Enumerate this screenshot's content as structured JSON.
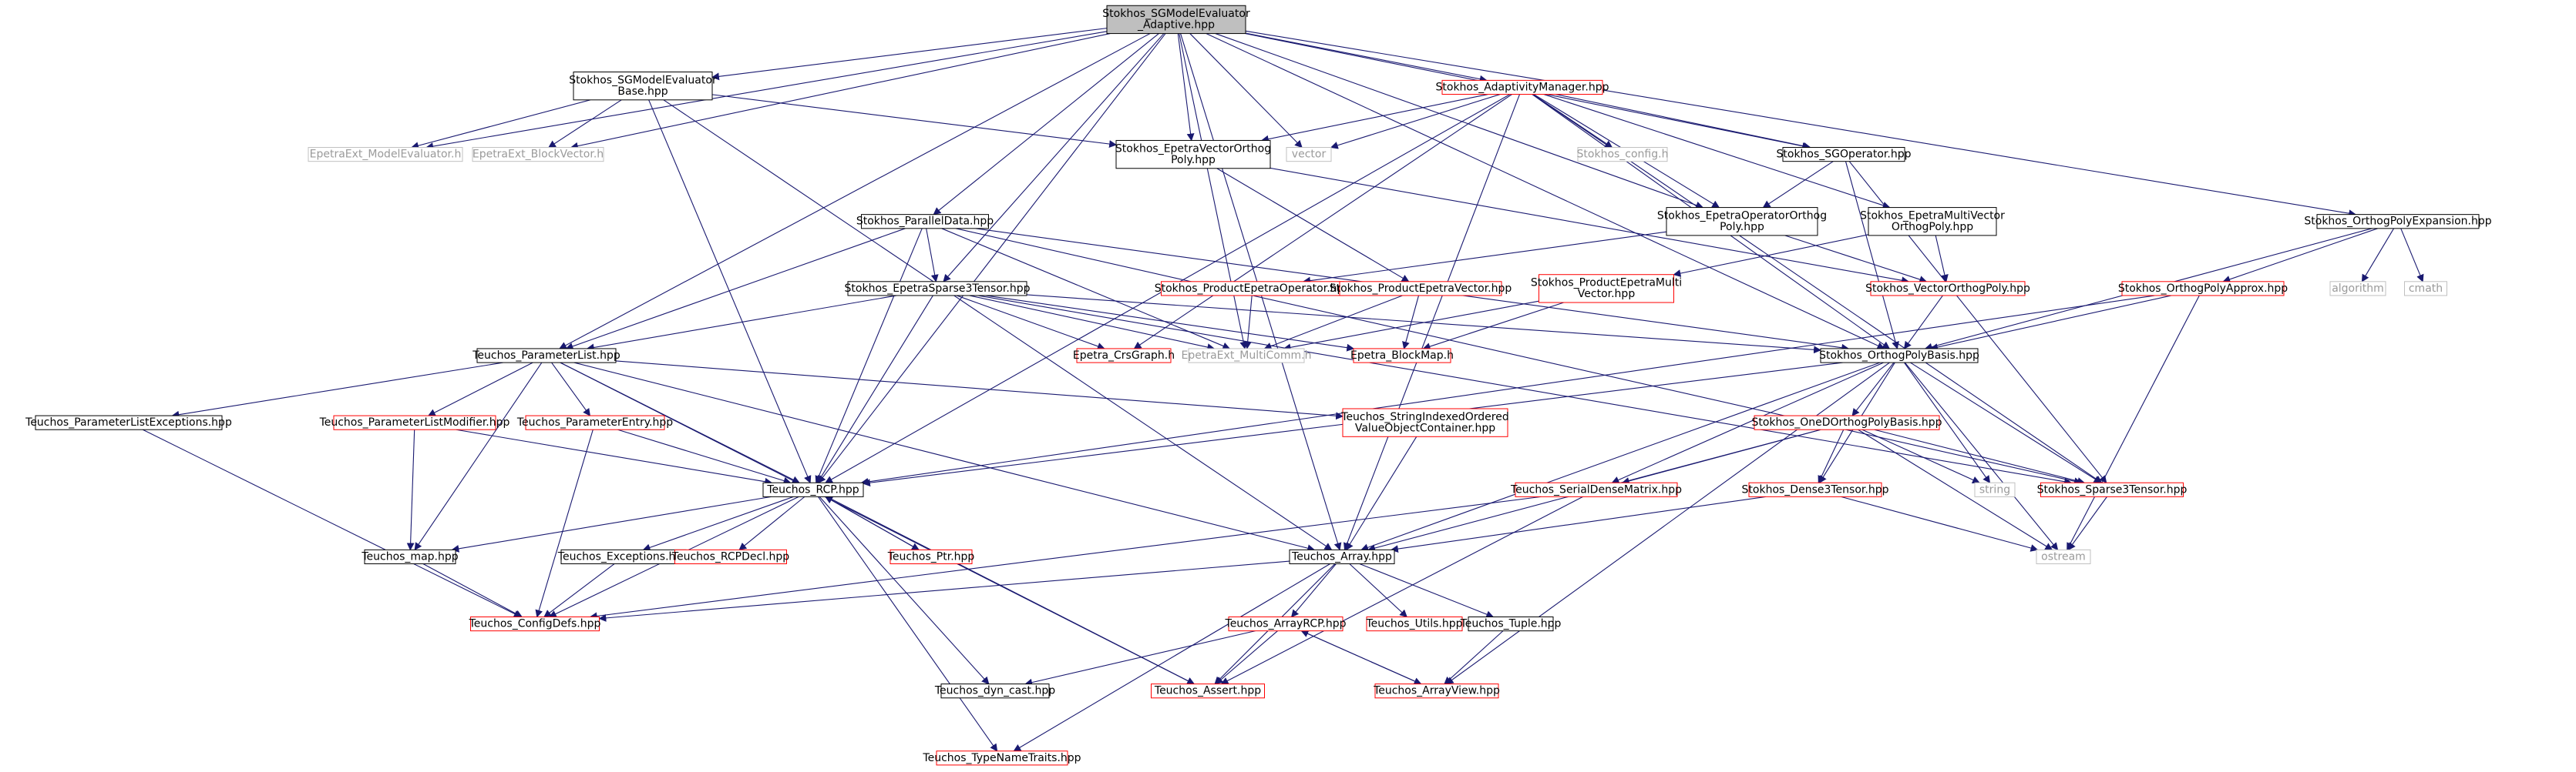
{
  "colors": {
    "edge": "#191970",
    "root_fill": "#bfbfbf",
    "box_black": "#000000",
    "box_red": "#ff0000",
    "box_gray": "#c0c0c0",
    "text_gray": "#9a9a9a"
  },
  "nodes": [
    {
      "id": "root",
      "lines": [
        "Stokhos_SGModelEvaluator",
        "_Adaptive.hpp"
      ],
      "style": "root"
    },
    {
      "id": "sgbase",
      "lines": [
        "Stokhos_SGModelEvaluator",
        "Base.hpp"
      ],
      "style": "black"
    },
    {
      "id": "adapt",
      "lines": [
        "Stokhos_AdaptivityManager.hpp"
      ],
      "style": "red"
    },
    {
      "id": "orthoexp",
      "lines": [
        "Stokhos_OrthogPolyExpansion.hpp"
      ],
      "style": "black"
    },
    {
      "id": "epme",
      "lines": [
        "EpetraExt_ModelEvaluator.h"
      ],
      "style": "gray"
    },
    {
      "id": "epbv",
      "lines": [
        "EpetraExt_BlockVector.h"
      ],
      "style": "gray"
    },
    {
      "id": "evop",
      "lines": [
        "Stokhos_EpetraVectorOrthog",
        "Poly.hpp"
      ],
      "style": "black"
    },
    {
      "id": "vector",
      "lines": [
        "vector"
      ],
      "style": "gray"
    },
    {
      "id": "config",
      "lines": [
        "Stokhos_config.h"
      ],
      "style": "gray"
    },
    {
      "id": "sgop",
      "lines": [
        "Stokhos_SGOperator.hpp"
      ],
      "style": "black"
    },
    {
      "id": "eoop",
      "lines": [
        "Stokhos_EpetraOperatorOrthog",
        "Poly.hpp"
      ],
      "style": "black"
    },
    {
      "id": "emvop",
      "lines": [
        "Stokhos_EpetraMultiVector",
        "OrthogPoly.hpp"
      ],
      "style": "black"
    },
    {
      "id": "pardata",
      "lines": [
        "Stokhos_ParallelData.hpp"
      ],
      "style": "black"
    },
    {
      "id": "pepop",
      "lines": [
        "Stokhos_ProductEpetraOperator.hpp"
      ],
      "style": "red"
    },
    {
      "id": "pepvec",
      "lines": [
        "Stokhos_ProductEpetraVector.hpp"
      ],
      "style": "red"
    },
    {
      "id": "pemv",
      "lines": [
        "Stokhos_ProductEpetraMulti",
        "Vector.hpp"
      ],
      "style": "red"
    },
    {
      "id": "vop",
      "lines": [
        "Stokhos_VectorOrthogPoly.hpp"
      ],
      "style": "red"
    },
    {
      "id": "opapprox",
      "lines": [
        "Stokhos_OrthogPolyApprox.hpp"
      ],
      "style": "red"
    },
    {
      "id": "algorithm",
      "lines": [
        "algorithm"
      ],
      "style": "gray"
    },
    {
      "id": "cmath",
      "lines": [
        "cmath"
      ],
      "style": "gray"
    },
    {
      "id": "es3t",
      "lines": [
        "Stokhos_EpetraSparse3Tensor.hpp"
      ],
      "style": "black"
    },
    {
      "id": "plist",
      "lines": [
        "Teuchos_ParameterList.hpp"
      ],
      "style": "black"
    },
    {
      "id": "crs",
      "lines": [
        "Epetra_CrsGraph.h"
      ],
      "style": "red"
    },
    {
      "id": "mcomm",
      "lines": [
        "EpetraExt_MultiComm.h"
      ],
      "style": "gray"
    },
    {
      "id": "bmap",
      "lines": [
        "Epetra_BlockMap.h"
      ],
      "style": "red"
    },
    {
      "id": "opbasis",
      "lines": [
        "Stokhos_OrthogPolyBasis.hpp"
      ],
      "style": "black"
    },
    {
      "id": "plexc",
      "lines": [
        "Teuchos_ParameterListExceptions.hpp"
      ],
      "style": "black"
    },
    {
      "id": "plmod",
      "lines": [
        "Teuchos_ParameterListModifier.hpp"
      ],
      "style": "red"
    },
    {
      "id": "pentry",
      "lines": [
        "Teuchos_ParameterEntry.hpp"
      ],
      "style": "red"
    },
    {
      "id": "sio",
      "lines": [
        "Teuchos_StringIndexedOrdered",
        "ValueObjectContainer.hpp"
      ],
      "style": "red"
    },
    {
      "id": "od",
      "lines": [
        "Stokhos_OneDOrthogPolyBasis.hpp"
      ],
      "style": "red"
    },
    {
      "id": "rcp",
      "lines": [
        "Teuchos_RCP.hpp"
      ],
      "style": "black"
    },
    {
      "id": "sdm",
      "lines": [
        "Teuchos_SerialDenseMatrix.hpp"
      ],
      "style": "red"
    },
    {
      "id": "d3t",
      "lines": [
        "Stokhos_Dense3Tensor.hpp"
      ],
      "style": "red"
    },
    {
      "id": "string",
      "lines": [
        "string"
      ],
      "style": "gray"
    },
    {
      "id": "s3t",
      "lines": [
        "Stokhos_Sparse3Tensor.hpp"
      ],
      "style": "red"
    },
    {
      "id": "map",
      "lines": [
        "Teuchos_map.hpp"
      ],
      "style": "black"
    },
    {
      "id": "exc",
      "lines": [
        "Teuchos_Exceptions.hpp"
      ],
      "style": "black"
    },
    {
      "id": "rcpdecl",
      "lines": [
        "Teuchos_RCPDecl.hpp"
      ],
      "style": "red"
    },
    {
      "id": "ptr",
      "lines": [
        "Teuchos_Ptr.hpp"
      ],
      "style": "red"
    },
    {
      "id": "array",
      "lines": [
        "Teuchos_Array.hpp"
      ],
      "style": "black"
    },
    {
      "id": "ostream",
      "lines": [
        "ostream"
      ],
      "style": "gray"
    },
    {
      "id": "cfg",
      "lines": [
        "Teuchos_ConfigDefs.hpp"
      ],
      "style": "red"
    },
    {
      "id": "arcp",
      "lines": [
        "Teuchos_ArrayRCP.hpp"
      ],
      "style": "red"
    },
    {
      "id": "utils",
      "lines": [
        "Teuchos_Utils.hpp"
      ],
      "style": "red"
    },
    {
      "id": "tuple",
      "lines": [
        "Teuchos_Tuple.hpp"
      ],
      "style": "black"
    },
    {
      "id": "dyncast",
      "lines": [
        "Teuchos_dyn_cast.hpp"
      ],
      "style": "black"
    },
    {
      "id": "assert",
      "lines": [
        "Teuchos_Assert.hpp"
      ],
      "style": "red"
    },
    {
      "id": "aview",
      "lines": [
        "Teuchos_ArrayView.hpp"
      ],
      "style": "red"
    },
    {
      "id": "tnt",
      "lines": [
        "Teuchos_TypeNameTraits.hpp"
      ],
      "style": "red"
    }
  ],
  "edges": [
    [
      "root",
      "sgbase"
    ],
    [
      "root",
      "adapt"
    ],
    [
      "root",
      "orthoexp"
    ],
    [
      "root",
      "epme"
    ],
    [
      "root",
      "epbv"
    ],
    [
      "root",
      "evop"
    ],
    [
      "root",
      "vector"
    ],
    [
      "root",
      "pardata"
    ],
    [
      "root",
      "es3t"
    ],
    [
      "root",
      "plist"
    ],
    [
      "root",
      "mcomm"
    ],
    [
      "root",
      "rcp"
    ],
    [
      "root",
      "sgop"
    ],
    [
      "root",
      "eoop"
    ],
    [
      "root",
      "opbasis"
    ],
    [
      "root",
      "array"
    ],
    [
      "sgbase",
      "epme"
    ],
    [
      "sgbase",
      "epbv"
    ],
    [
      "sgbase",
      "evop"
    ],
    [
      "sgbase",
      "rcp"
    ],
    [
      "sgbase",
      "array"
    ],
    [
      "adapt",
      "evop"
    ],
    [
      "adapt",
      "vector"
    ],
    [
      "adapt",
      "config"
    ],
    [
      "adapt",
      "sgop"
    ],
    [
      "adapt",
      "eoop"
    ],
    [
      "adapt",
      "emvop"
    ],
    [
      "adapt",
      "crs"
    ],
    [
      "adapt",
      "s3t"
    ],
    [
      "adapt",
      "opbasis"
    ],
    [
      "adapt",
      "array"
    ],
    [
      "adapt",
      "rcp"
    ],
    [
      "orthoexp",
      "opapprox"
    ],
    [
      "orthoexp",
      "algorithm"
    ],
    [
      "orthoexp",
      "cmath"
    ],
    [
      "orthoexp",
      "opbasis"
    ],
    [
      "evop",
      "pepvec"
    ],
    [
      "evop",
      "vop"
    ],
    [
      "sgop",
      "eoop"
    ],
    [
      "sgop",
      "opbasis"
    ],
    [
      "sgop",
      "s3t"
    ],
    [
      "eoop",
      "pepop"
    ],
    [
      "eoop",
      "vop"
    ],
    [
      "emvop",
      "pemv"
    ],
    [
      "emvop",
      "vop"
    ],
    [
      "pardata",
      "es3t"
    ],
    [
      "pardata",
      "plist"
    ],
    [
      "pardata",
      "mcomm"
    ],
    [
      "pardata",
      "opbasis"
    ],
    [
      "pardata",
      "rcp"
    ],
    [
      "pardata",
      "s3t"
    ],
    [
      "pepop",
      "mcomm"
    ],
    [
      "pepvec",
      "mcomm"
    ],
    [
      "pepvec",
      "bmap"
    ],
    [
      "pemv",
      "mcomm"
    ],
    [
      "pemv",
      "bmap"
    ],
    [
      "vop",
      "opbasis"
    ],
    [
      "opapprox",
      "opbasis"
    ],
    [
      "opapprox",
      "ostream"
    ],
    [
      "opapprox",
      "rcp"
    ],
    [
      "es3t",
      "plist"
    ],
    [
      "es3t",
      "crs"
    ],
    [
      "es3t",
      "mcomm"
    ],
    [
      "es3t",
      "bmap"
    ],
    [
      "es3t",
      "opbasis"
    ],
    [
      "es3t",
      "rcp"
    ],
    [
      "es3t",
      "s3t"
    ],
    [
      "plist",
      "plexc"
    ],
    [
      "plist",
      "plmod"
    ],
    [
      "plist",
      "pentry"
    ],
    [
      "plist",
      "sio"
    ],
    [
      "plist",
      "rcp"
    ],
    [
      "plist",
      "map"
    ],
    [
      "plist",
      "array"
    ],
    [
      "plist",
      "assert"
    ],
    [
      "opbasis",
      "od"
    ],
    [
      "opbasis",
      "sdm"
    ],
    [
      "opbasis",
      "d3t"
    ],
    [
      "opbasis",
      "string"
    ],
    [
      "opbasis",
      "s3t"
    ],
    [
      "opbasis",
      "ostream"
    ],
    [
      "opbasis",
      "array"
    ],
    [
      "opbasis",
      "rcp"
    ],
    [
      "opbasis",
      "aview"
    ],
    [
      "plexc",
      "cfg"
    ],
    [
      "plmod",
      "map"
    ],
    [
      "plmod",
      "rcp"
    ],
    [
      "pentry",
      "rcp"
    ],
    [
      "pentry",
      "cfg"
    ],
    [
      "sio",
      "array"
    ],
    [
      "od",
      "sdm"
    ],
    [
      "od",
      "d3t"
    ],
    [
      "od",
      "string"
    ],
    [
      "od",
      "s3t"
    ],
    [
      "od",
      "ostream"
    ],
    [
      "od",
      "array"
    ],
    [
      "sdm",
      "cfg"
    ],
    [
      "sdm",
      "assert"
    ],
    [
      "d3t",
      "array"
    ],
    [
      "d3t",
      "ostream"
    ],
    [
      "s3t",
      "ostream"
    ],
    [
      "rcp",
      "map"
    ],
    [
      "rcp",
      "exc"
    ],
    [
      "rcp",
      "rcpdecl"
    ],
    [
      "rcp",
      "ptr"
    ],
    [
      "rcp",
      "dyncast"
    ],
    [
      "rcp",
      "assert"
    ],
    [
      "rcp",
      "tnt"
    ],
    [
      "rcp",
      "cfg"
    ],
    [
      "ptr",
      "rcp"
    ],
    [
      "map",
      "cfg"
    ],
    [
      "exc",
      "cfg"
    ],
    [
      "array",
      "cfg"
    ],
    [
      "array",
      "arcp"
    ],
    [
      "array",
      "utils"
    ],
    [
      "array",
      "tuple"
    ],
    [
      "array",
      "assert"
    ],
    [
      "array",
      "tnt"
    ],
    [
      "arcp",
      "aview"
    ],
    [
      "arcp",
      "dyncast"
    ],
    [
      "arcp",
      "assert"
    ],
    [
      "aview",
      "arcp"
    ],
    [
      "tuple",
      "aview"
    ]
  ]
}
